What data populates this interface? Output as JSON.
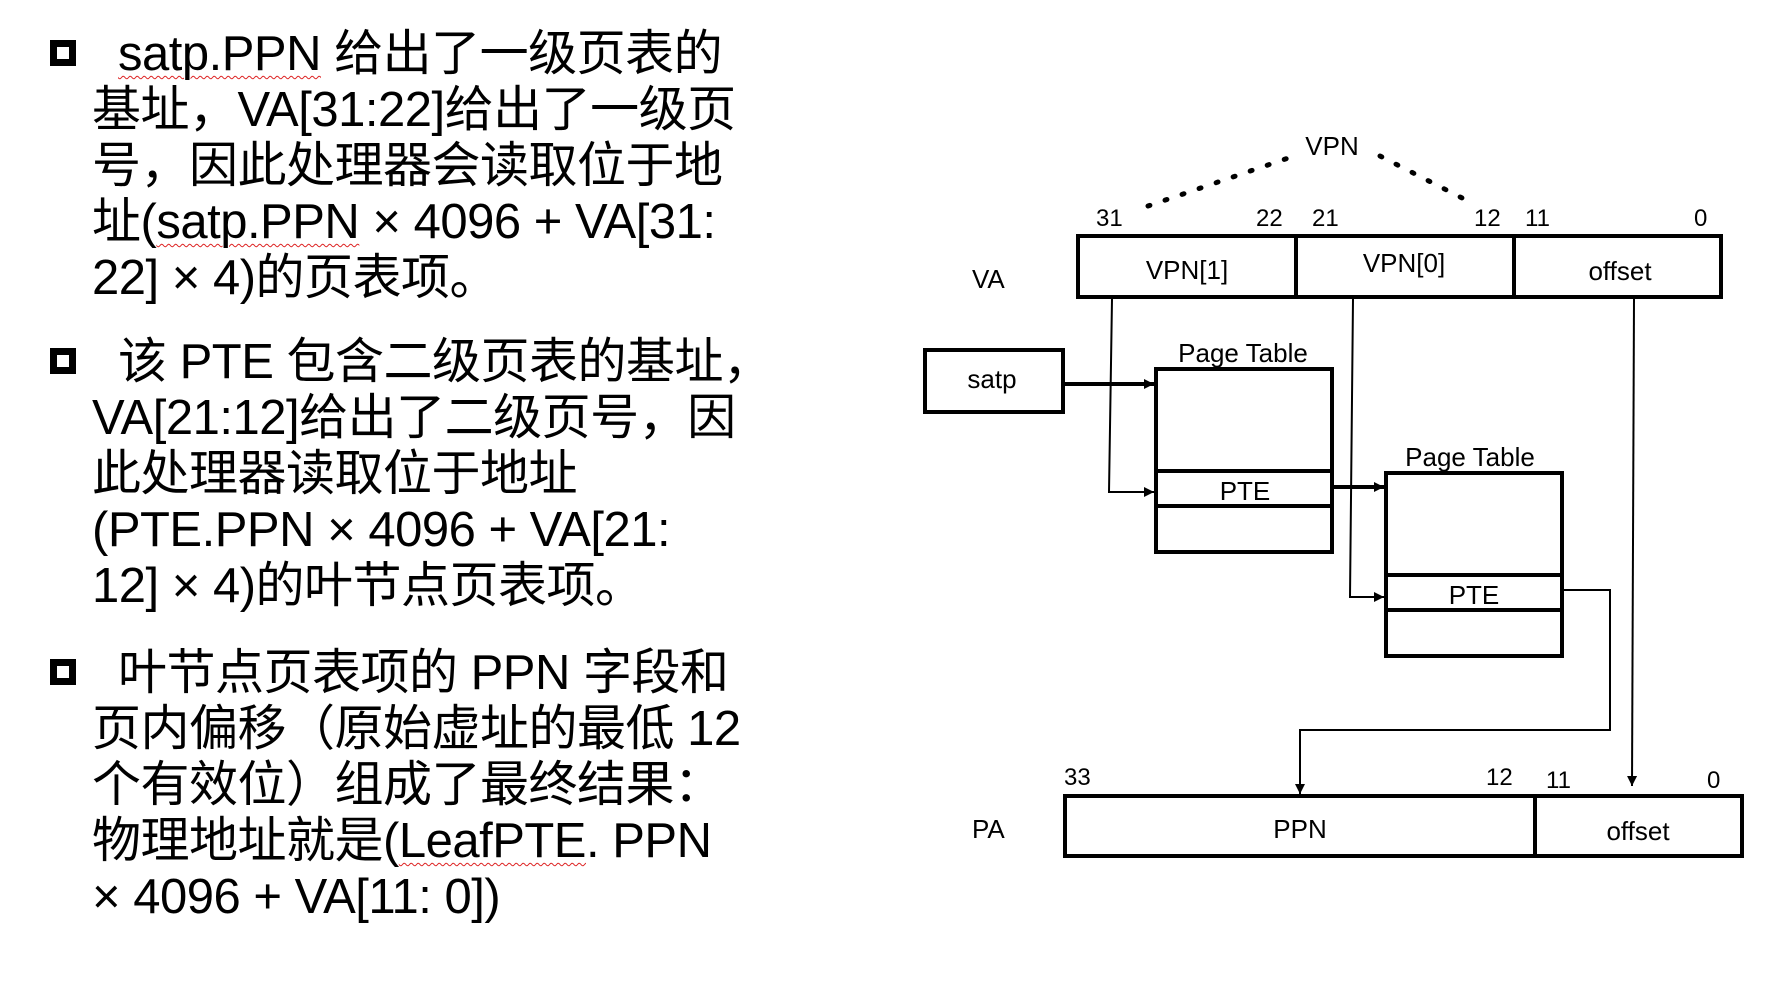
{
  "bullets": [
    {
      "lines": [
        {
          "parts": [
            {
              "t": "satp.PPN",
              "sq": true
            },
            {
              "t": " 给出了一级页表的"
            }
          ]
        },
        {
          "parts": [
            {
              "t": "基址，VA[31:22]给出了一级页"
            }
          ]
        },
        {
          "parts": [
            {
              "t": "号，因此处理器会读取位于地"
            }
          ]
        },
        {
          "parts": [
            {
              "t": "址("
            },
            {
              "t": "satp.PPN",
              "sq": true
            },
            {
              "t": " × 4096 + VA[31:"
            }
          ]
        },
        {
          "parts": [
            {
              "t": "22] × 4)的页表项。"
            }
          ]
        }
      ]
    },
    {
      "lines": [
        {
          "parts": [
            {
              "t": "该 PTE 包含二级页表的基址，"
            }
          ]
        },
        {
          "parts": [
            {
              "t": "VA[21:12]给出了二级页号，因"
            }
          ]
        },
        {
          "parts": [
            {
              "t": "此处理器读取位于地址"
            }
          ]
        },
        {
          "parts": [
            {
              "t": "(PTE.PPN × 4096 + VA[21:"
            }
          ]
        },
        {
          "parts": [
            {
              "t": "12] × 4)的叶节点页表项。"
            }
          ]
        }
      ]
    },
    {
      "lines": [
        {
          "parts": [
            {
              "t": "叶节点页表项的 PPN 字段和"
            }
          ]
        },
        {
          "parts": [
            {
              "t": "页内偏移（原始虚址的最低 12"
            }
          ]
        },
        {
          "parts": [
            {
              "t": "个有效位）组成了最终结果："
            }
          ]
        },
        {
          "parts": [
            {
              "t": "物理地址就是("
            },
            {
              "t": "LeafPTE",
              "sq": true
            },
            {
              "t": ". PPN"
            }
          ]
        },
        {
          "parts": [
            {
              "t": "× 4096 + VA[11: 0])"
            }
          ]
        }
      ]
    }
  ],
  "diagram": {
    "vpn_label": "VPN",
    "va_label": "VA",
    "pa_label": "PA",
    "satp_label": "satp",
    "va_fields": [
      "VPN[1]",
      "VPN[0]",
      "offset"
    ],
    "va_bits": [
      "31",
      "22",
      "21",
      "12",
      "11",
      "0"
    ],
    "page_table_label": "Page Table",
    "pte_label": "PTE",
    "pa_fields": [
      "PPN",
      "offset"
    ],
    "pa_bits": [
      "33",
      "12",
      "11",
      "0"
    ]
  }
}
